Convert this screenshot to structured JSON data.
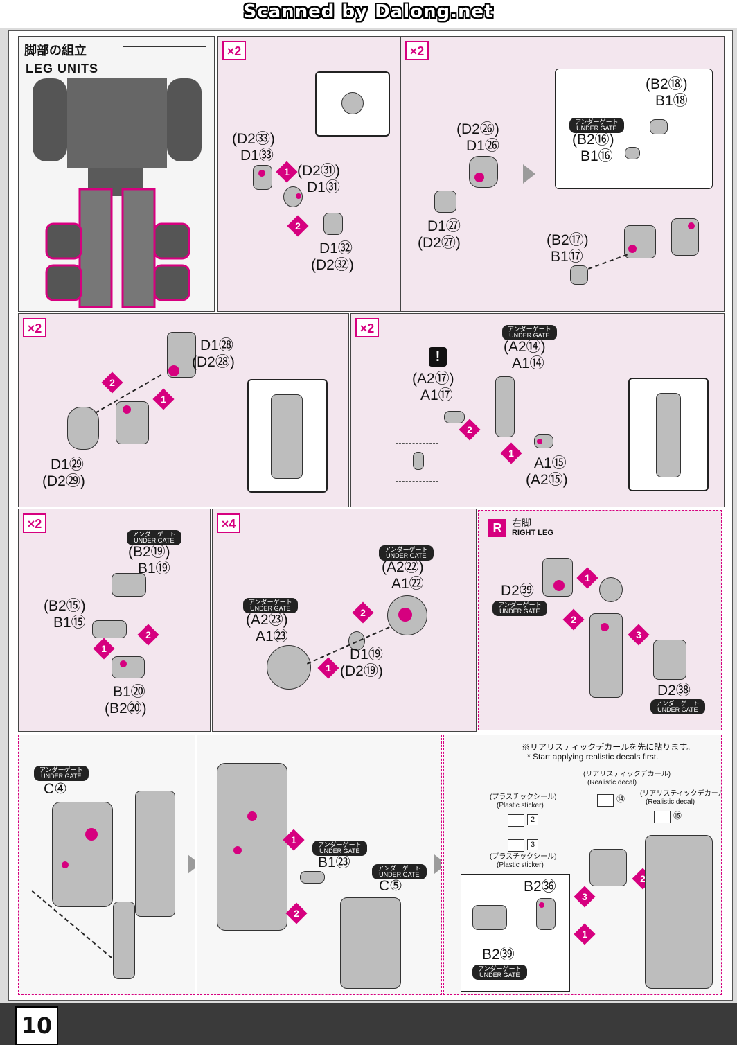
{
  "header": {
    "scan_credit": "Scanned by Dalong.net"
  },
  "section": {
    "title_jp": "脚部の組立",
    "title_en": "LEG UNITS"
  },
  "page": {
    "number": "10"
  },
  "multipliers": {
    "p2": "×2",
    "p3": "×2",
    "p4": "×2",
    "p5": "×2",
    "p6": "×2",
    "p7": "×4"
  },
  "under_gate": {
    "jp": "アンダーゲート",
    "en": "UNDER GATE"
  },
  "p2": {
    "a1": "(D2㉝)",
    "a2": "D1㉝",
    "b1": "(D2㉛)",
    "b2": "D1㉛",
    "c1": "D1㉜",
    "c2": "(D2㉜)"
  },
  "p3": {
    "a1": "(D2㉖)",
    "a2": "D1㉖",
    "b1": "D1㉗",
    "b2": "(D2㉗)",
    "c1": "(B2⑱)",
    "c2": "B1⑱",
    "d1": "(B2⑯)",
    "d2": "B1⑯",
    "e1": "(B2⑰)",
    "e2": "B1⑰"
  },
  "p4": {
    "a1": "D1㉘",
    "a2": "(D2㉘)",
    "b1": "D1㉙",
    "b2": "(D2㉙)"
  },
  "p5": {
    "excl": "!",
    "a1": "(A2⑭)",
    "a2": "A1⑭",
    "b1": "(A2⑰)",
    "b2": "A1⑰",
    "c1": "A1⑮",
    "c2": "(A2⑮)"
  },
  "p6": {
    "a1": "(B2⑲)",
    "a2": "B1⑲",
    "b1": "(B2⑮)",
    "b2": "B1⑮",
    "c1": "B1⑳",
    "c2": "(B2⑳)"
  },
  "p7": {
    "a1": "(A2㉒)",
    "a2": "A1㉒",
    "b1": "(A2㉓)",
    "b2": "A1㉓",
    "c1": "D1⑲",
    "c2": "(D2⑲)"
  },
  "p8": {
    "badge": "R",
    "title_jp": "右脚",
    "title_en": "RIGHT LEG",
    "a": "D2㊴",
    "b": "D2㊳"
  },
  "p9": {
    "a": "C④"
  },
  "p10": {
    "a": "B1㉓",
    "b": "C⑤"
  },
  "p11": {
    "note_jp": "※リアリスティックデカールを先に貼ります。",
    "note_en": "* Start applying realistic decals first.",
    "realistic_jp": "(リアリスティックデカール)",
    "realistic_en": "(Realistic decal)",
    "plastic_jp": "(プラスチックシール)",
    "plastic_en": "(Plastic sticker)",
    "num2": "2",
    "num3": "3",
    "num14": "⑭",
    "num15": "⑮",
    "a": "B2㊱",
    "b": "B2㊴"
  }
}
